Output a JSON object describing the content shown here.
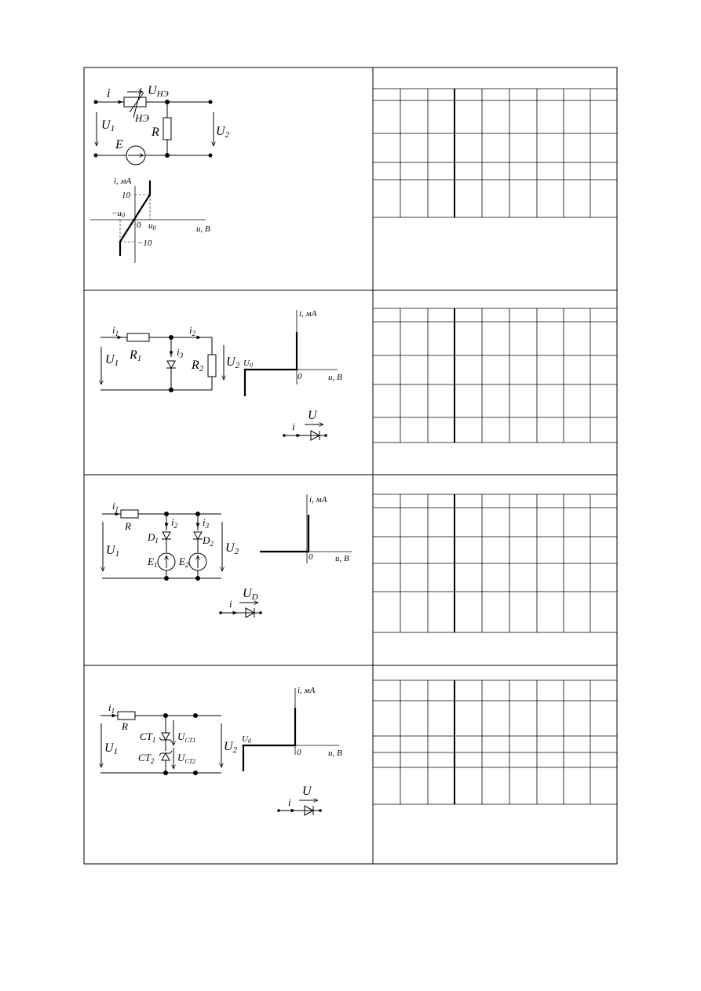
{
  "panels": [
    {
      "id": "panel-1",
      "labels": {
        "current": "i",
        "u_ne": "U",
        "u_ne_sub": "НЭ",
        "ne": "НЭ",
        "u1": "U",
        "u1_sub": "1",
        "e": "E",
        "r": "R",
        "u2": "U",
        "u2_sub": "2"
      },
      "graph": {
        "y_label": "i, мА",
        "x_label": "u, В",
        "origin": "0",
        "y_pos_tick": "10",
        "y_neg_tick": "−10",
        "x_neg_tick": "−u",
        "x_neg_tick_sub": "0",
        "x_pos_tick": "u",
        "x_pos_tick_sub": "0"
      }
    },
    {
      "id": "panel-2",
      "labels": {
        "i1": "i",
        "i1_sub": "1",
        "i2": "i",
        "i2_sub": "2",
        "i3": "i",
        "i3_sub": "3",
        "r1": "R",
        "r1_sub": "1",
        "r2": "R",
        "r2_sub": "2",
        "u1": "U",
        "u1_sub": "1",
        "u2": "U",
        "u2_sub": "2"
      },
      "graph": {
        "y_label": "i, мА",
        "x_label": "u, В",
        "origin": "0",
        "x_neg_tick": "U",
        "x_neg_tick_sub": "0"
      },
      "legend": {
        "u": "U",
        "i": "i"
      }
    },
    {
      "id": "panel-3",
      "labels": {
        "i1": "i",
        "i1_sub": "1",
        "i2": "i",
        "i2_sub": "2",
        "i3": "i",
        "i3_sub": "3",
        "r": "R",
        "d1": "D",
        "d1_sub": "1",
        "d2": "D",
        "d2_sub": "2",
        "e1": "E",
        "e1_sub": "1",
        "e2": "E",
        "e2_sub": "2",
        "u1": "U",
        "u1_sub": "1",
        "u2": "U",
        "u2_sub": "2"
      },
      "graph": {
        "y_label": "i, мА",
        "x_label": "u, В",
        "origin": "0"
      },
      "legend": {
        "u": "U",
        "u_sub": "D",
        "i": "i"
      }
    },
    {
      "id": "panel-4",
      "labels": {
        "i1": "i",
        "i1_sub": "1",
        "r": "R",
        "ct1": "CT",
        "ct1_sub": "1",
        "ct2": "CT",
        "ct2_sub": "2",
        "ucm1": "U",
        "ucm1_sub": "СТ1",
        "ucm2": "U",
        "ucm2_sub": "СТ2",
        "u1": "U",
        "u1_sub": "1",
        "u2": "U",
        "u2_sub": "2"
      },
      "graph": {
        "y_label": "i, мА",
        "x_label": "u, В",
        "origin": "0",
        "x_neg_tick": "U",
        "x_neg_tick_sub": "0"
      },
      "legend": {
        "u": "U",
        "i": "i"
      }
    }
  ]
}
